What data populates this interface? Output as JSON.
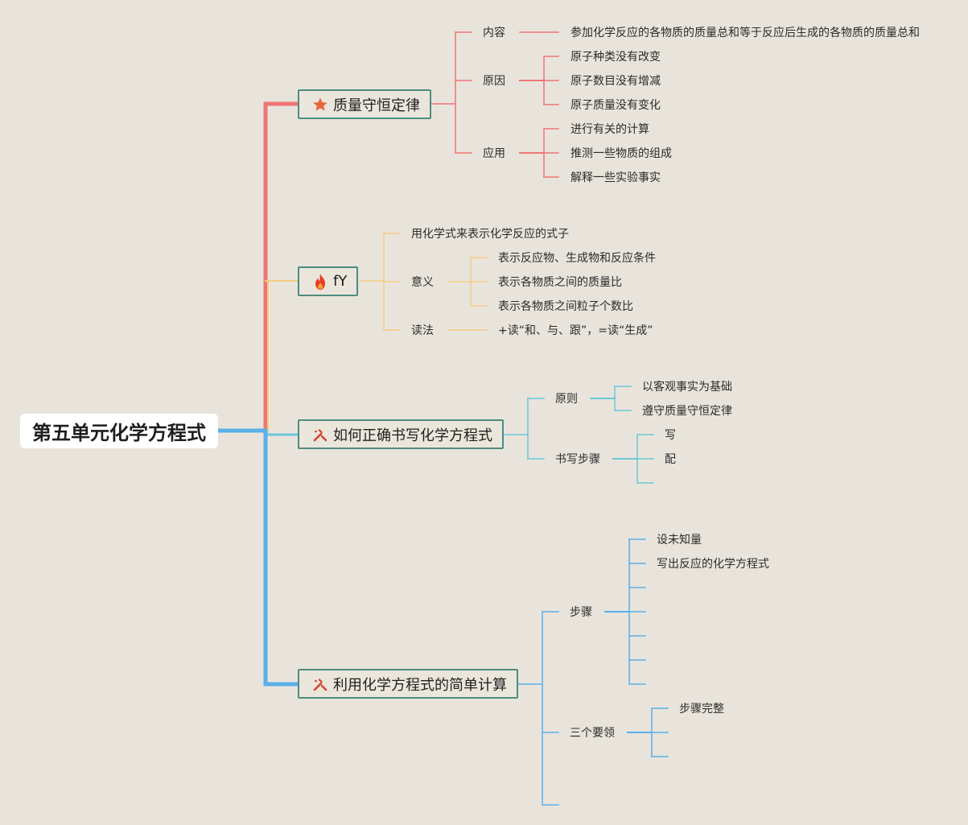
{
  "root": {
    "label": "第五单元化学方程式"
  },
  "branches": [
    {
      "label": "质量守恒定律",
      "icon": "star-icon",
      "color": "#ef7575",
      "children": [
        {
          "label": "内容",
          "children": [
            "参加化学反应的各物质的质量总和等于反应后生成的各物质的质量总和"
          ]
        },
        {
          "label": "原因",
          "children": [
            "原子种类没有改变",
            "原子数目没有增减",
            "原子质量没有变化"
          ]
        },
        {
          "label": "应用",
          "children": [
            "进行有关的计算",
            "推测一些物质的组成",
            "解释一些实验事实"
          ]
        }
      ]
    },
    {
      "label": "fY",
      "icon": "fire-icon",
      "color": "#f6cc80",
      "children": [
        {
          "label": "用化学式来表示化学反应的式子",
          "children": []
        },
        {
          "label": "意义",
          "children": [
            "表示反应物、生成物和反应条件",
            "表示各物质之间的质量比",
            "表示各物质之间粒子个数比"
          ]
        },
        {
          "label": "读法",
          "children": [
            "+读“和、与、跟”，=读“生成”"
          ]
        }
      ]
    },
    {
      "label": "如何正确书写化学方程式",
      "icon": "tools-icon",
      "color": "#6cc6d8",
      "children": [
        {
          "label": "原则",
          "children": [
            "以客观事实为基础",
            "遵守质量守恒定律"
          ]
        },
        {
          "label": "书写步骤",
          "children": [
            "写",
            "配",
            ""
          ]
        }
      ]
    },
    {
      "label": "利用化学方程式的简单计算",
      "icon": "tools-icon",
      "color": "#5ab0e8",
      "children": [
        {
          "label": "步骤",
          "children": [
            "设未知量",
            "写出反应的化学方程式",
            "",
            "",
            "",
            "",
            ""
          ]
        },
        {
          "label": "三个要领",
          "children": [
            "步骤完整",
            "",
            ""
          ]
        },
        {
          "label": "",
          "children": []
        }
      ]
    }
  ]
}
